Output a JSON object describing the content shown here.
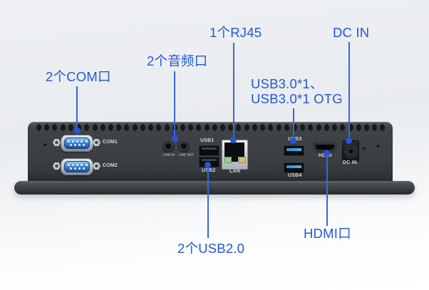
{
  "annotations": {
    "com": {
      "label": "2个COM口"
    },
    "audio": {
      "label": "2个音频口"
    },
    "rj45": {
      "label": "1个RJ45"
    },
    "dc_in": {
      "label": "DC IN"
    },
    "usb3": {
      "line1": "USB3.0*1、",
      "line2": "USB3.0*1 OTG"
    },
    "usb2": {
      "label": "2个USB2.0"
    },
    "hdmi": {
      "label": "HDMI口"
    }
  },
  "device_labels": {
    "com1": "COM1",
    "com2": "COM2",
    "line_in": "LINE-IN",
    "line_out": "LINE OUT",
    "usb1": "USB1",
    "usb2": "USB2",
    "lan": "LAN",
    "usb3": "USB3",
    "usb4": "USB4",
    "hdmi": "HDMI",
    "dc_in": "DC IN"
  },
  "colors": {
    "annotation_text": "#2456d8",
    "leader_line": "#3766de",
    "usb3_tongue": "#2f9fe8",
    "led_green": "#9acc8e",
    "led_amber": "#cfc07a",
    "device_body": "#3c4044",
    "background": "#eef0f3"
  }
}
